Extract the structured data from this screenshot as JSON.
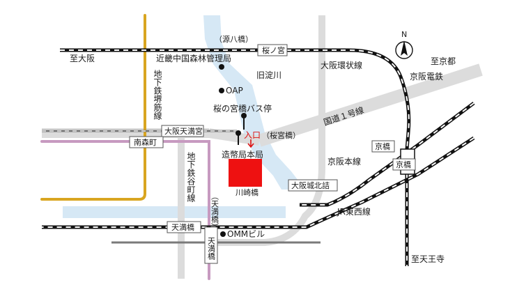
{
  "map": {
    "labels": {
      "to_osaka": "至大阪",
      "to_kyoto": "至京都",
      "to_tennoji": "至天王寺",
      "kinki_forest_office": "近畿中国森林管理局",
      "oap": "OAP",
      "omm": "OMMビル",
      "kyuyodogawa": "旧淀川",
      "sakuranomiya_bus": "桜の宮橋バス停",
      "route1": "国道１号線",
      "loop_line": "大阪環状線",
      "keihan_electric": "京阪電鉄",
      "keihan_main": "京阪本線",
      "jr_tozai": "JR東西線",
      "sakaisuji_subway": "地下鉄堺筋線",
      "tanimachi_subway": "地下鉄谷町線",
      "kawasaki_bridge": "川崎橋",
      "sakuranomiya_paren": "（桜宮橋）",
      "genpachi_bridge": "（源八橋）",
      "tenma_bridge_paren": "（天満橋）",
      "entrance": "入口",
      "mint": "造幣局本局",
      "north": "N"
    },
    "station_boxes": {
      "sakuranomiya": "桜ノ宮",
      "minamimorimachi": "南森町",
      "osaka_tenmangu": "大阪天満宮",
      "kyobashi_keihan": "京橋",
      "kyobashi_jr": "京橋",
      "osakajo_kitazume": "大阪城北詰",
      "tenmabashi": "天満橋",
      "tenmabashi_v": "天満橋"
    },
    "colors": {
      "river": "#d6e8f5",
      "road": "#dcdcdc",
      "sakaisuji_line": "#d9a520",
      "tanimachi_line": "#c79ac0",
      "mint": "#ee1111",
      "entrance": "#dd1111"
    }
  }
}
